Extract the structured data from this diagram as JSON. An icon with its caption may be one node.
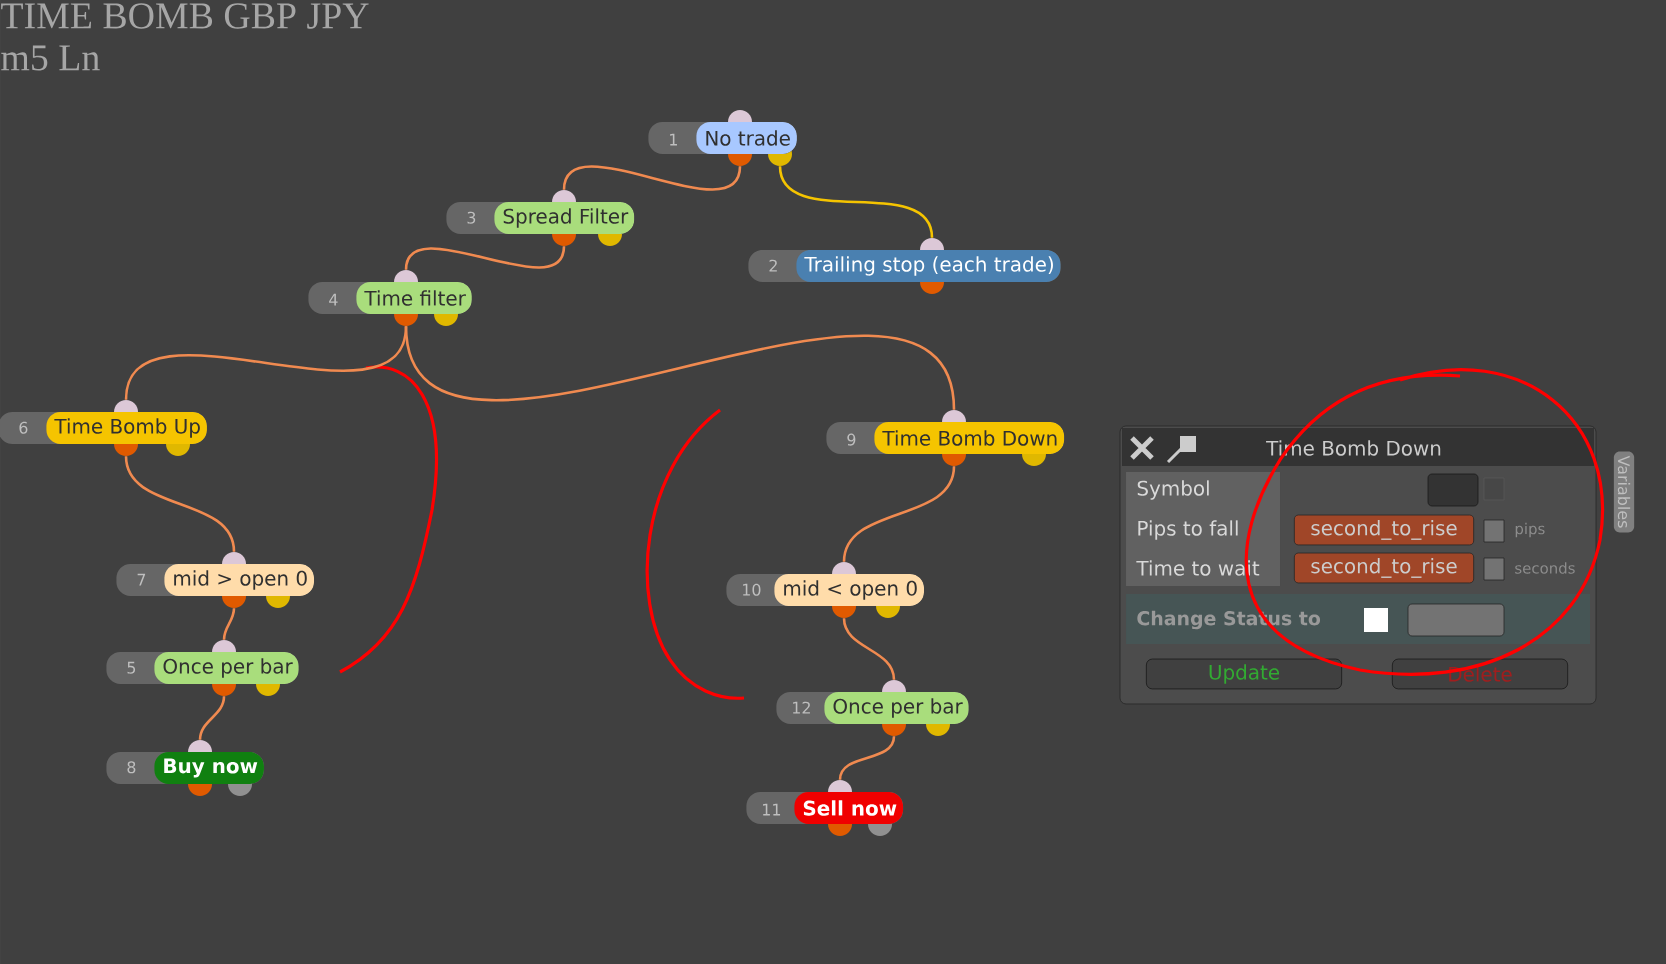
{
  "diagram": {
    "title": "TIME BOMB GBP JPY",
    "nodes": [
      {
        "text": [
          "1",
          "No trade"
        ]
      },
      {
        "text": [
          "3",
          "Spread Filter"
        ]
      },
      {
        "text": [
          "2",
          "Trailing stop (each trade)"
        ]
      },
      {
        "text": [
          "4",
          "Time filter"
        ]
      },
      {
        "text": [
          "6",
          "Time Bomb Up"
        ]
      },
      {
        "text": [
          "9",
          "Time Bomb Down"
        ]
      },
      {
        "text": [
          "7",
          "mid > open 0"
        ]
      },
      {
        "text": [
          "10",
          "mid < open 0"
        ]
      },
      {
        "text": [
          "5",
          "Once per bar"
        ]
      },
      {
        "text": [
          "12",
          "Once per bar"
        ]
      },
      {
        "text": [
          "8",
          "Buy now"
        ]
      },
      {
        "text": [
          "11",
          "Sell now"
        ]
      },
      {
        "text": [
          "Time Bomb Down"
        ]
      }
    ],
    "edges": [
      {
        "from": 0,
        "to": 1,
        "arrow": "none"
      },
      {
        "from": 0,
        "to": 2,
        "arrow": "none",
        "color": "#f5c400"
      },
      {
        "from": 1,
        "to": 3,
        "arrow": "none"
      },
      {
        "from": 3,
        "to": 4,
        "arrow": "none"
      },
      {
        "from": 3,
        "to": 5,
        "arrow": "none"
      },
      {
        "from": 4,
        "to": 6,
        "arrow": "none"
      },
      {
        "from": 6,
        "to": 8,
        "arrow": "none"
      },
      {
        "from": 8,
        "to": 10,
        "arrow": "none"
      },
      {
        "from": 5,
        "to": 7,
        "arrow": "none"
      },
      {
        "from": 7,
        "to": 9,
        "arrow": "none"
      },
      {
        "from": 9,
        "to": 11,
        "arrow": "none"
      }
    ],
    "labels": [
      "m5 Ln",
      "Symbol",
      "Pips to fall",
      "second_to_rise",
      "pips",
      "Time to wait",
      "second_to_rise",
      "seconds",
      "Change Status to",
      "Update",
      "Delete",
      "Variables"
    ]
  }
}
